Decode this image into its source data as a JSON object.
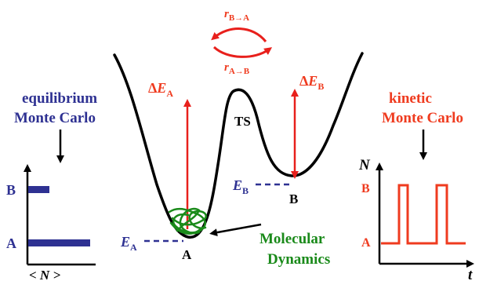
{
  "colors": {
    "equilibrium": "#2e3192",
    "kinetic": "#ef3b1f",
    "molecular_dynamics": "#1a8a1a",
    "arrow_red": "#e8201c",
    "curve": "#000000"
  },
  "rates": {
    "r": "r",
    "b_to_a": "B→A",
    "a_to_b": "A→B"
  },
  "barriers": {
    "delta_e": "ΔE",
    "sub_a": "A",
    "sub_b": "B",
    "ts": "TS"
  },
  "energies": {
    "e": "E",
    "sub_a": "A",
    "sub_b": "B"
  },
  "states": {
    "a": "A",
    "b": "B"
  },
  "equilibrium": {
    "line1": "equilibrium",
    "line2": "Monte Carlo",
    "state_b": "B",
    "state_a": "A",
    "xlabel": "< N >"
  },
  "kinetic": {
    "line1": "kinetic",
    "line2": "Monte Carlo",
    "ylabel": "N",
    "state_b": "B",
    "state_a": "A",
    "xlabel": "t"
  },
  "md": {
    "line1": "Molecular",
    "line2": "Dynamics"
  }
}
